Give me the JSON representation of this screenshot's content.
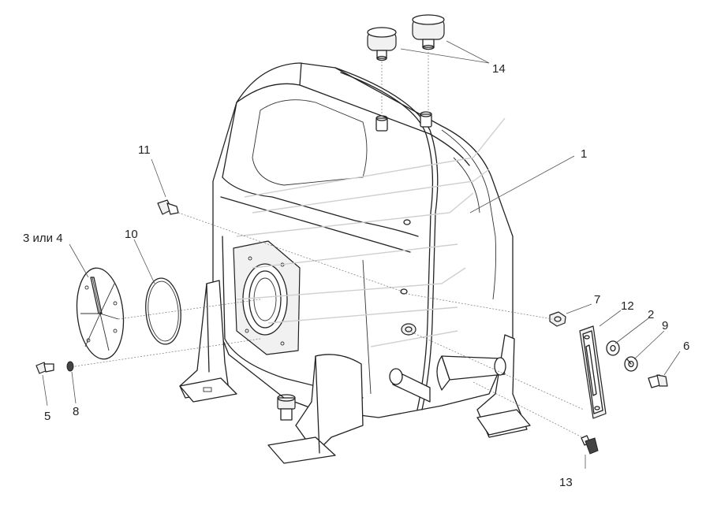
{
  "labels": {
    "l1": "1",
    "l2": "2",
    "l3": "3 или 4",
    "l5": "5",
    "l6": "6",
    "l7": "7",
    "l8": "8",
    "l9": "9",
    "l10": "10",
    "l11": "11",
    "l12": "12",
    "l13": "13",
    "l14": "14"
  }
}
